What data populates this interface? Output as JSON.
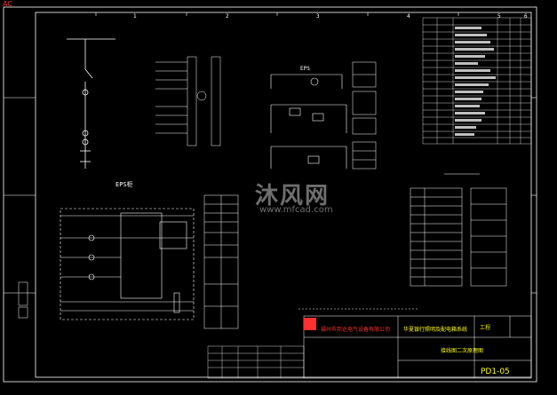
{
  "corner_label": "AC",
  "watermark": {
    "text_cn": "沐风网",
    "url": "www.mfcad.com"
  },
  "drawing_code": "PD1-05",
  "ruler_numbers": [
    "1",
    "2",
    "3",
    "4",
    "5",
    "6"
  ],
  "title_block": {
    "company": "福州市邦达电气设备有限公司",
    "system_name": "华夏银行照明及配电箱系统",
    "drawing_title": "接线图二次原理图",
    "stage_label": "工程"
  },
  "panel_labels": {
    "upper": "EPS",
    "lower_left": "EPS柜"
  },
  "colors": {
    "frame": "#ffffff",
    "line": "#ffffff",
    "accent_yellow": "#ffff00",
    "accent_red": "#ff3030",
    "accent_green": "#00e000",
    "accent_cyan": "#00e0e0"
  }
}
